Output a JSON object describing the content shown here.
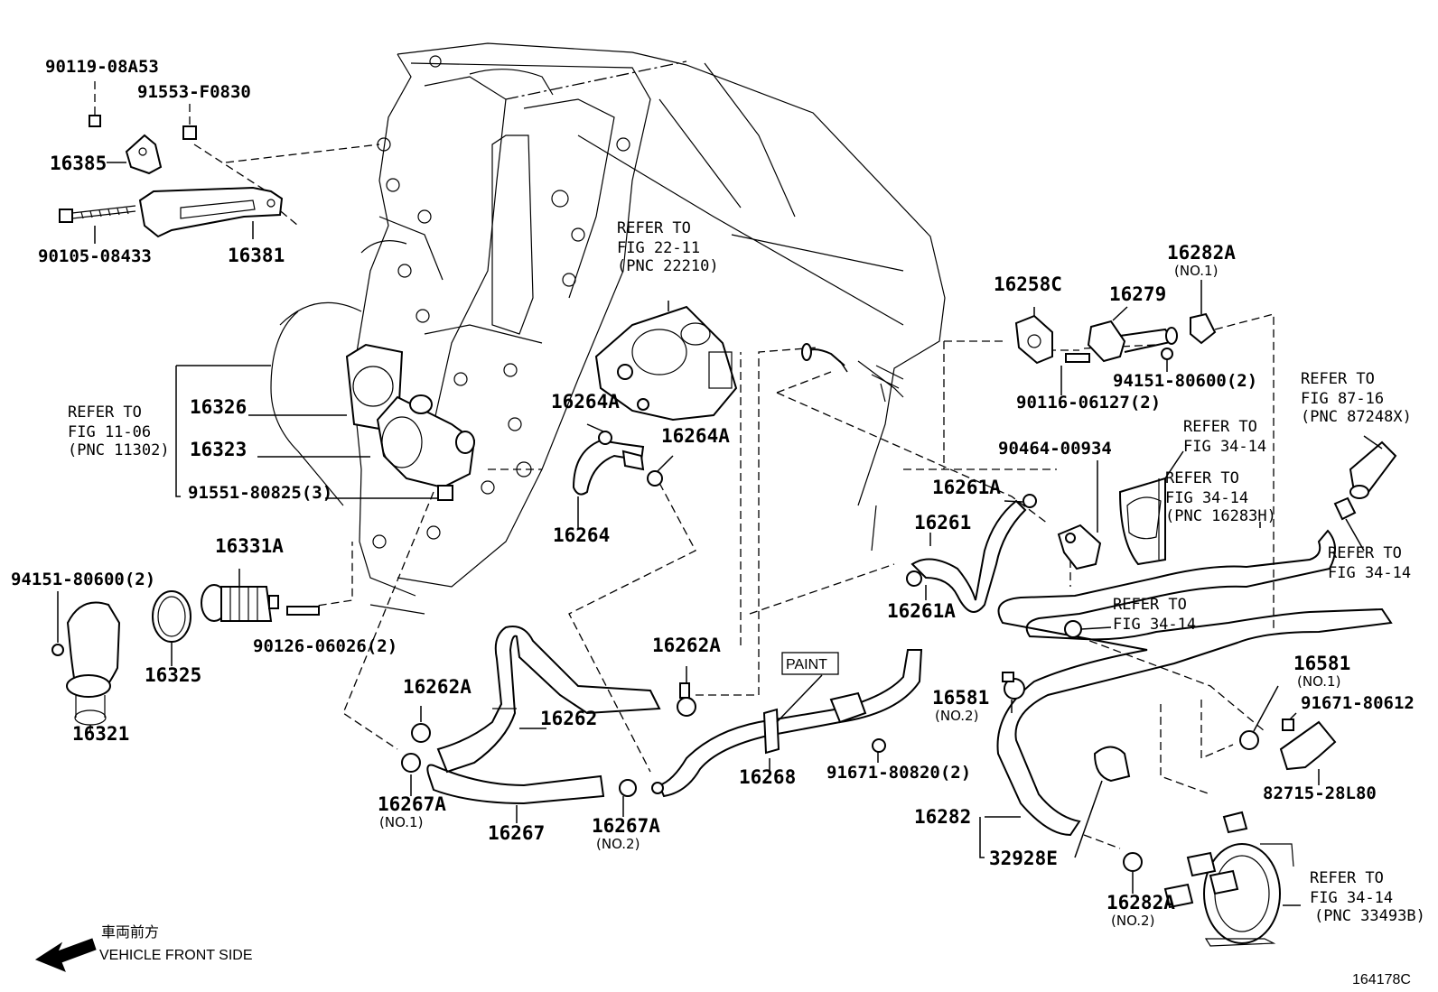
{
  "parts": {
    "p_90119": "90119-08A53",
    "p_91553": "91553-F0830",
    "p_16385": "16385",
    "p_90105": "90105-08433",
    "p_16381": "16381",
    "p_16326": "16326",
    "p_16323": "16323",
    "p_91551": "91551-80825(3)",
    "p_16331A": "16331A",
    "p_94151_left": "94151-80600(2)",
    "p_16325": "16325",
    "p_16321": "16321",
    "p_90126": "90126-06026(2)",
    "p_16264A_1": "16264A",
    "p_16264A_2": "16264A",
    "p_16264": "16264",
    "p_16262A_1": "16262A",
    "p_16262A_2": "16262A",
    "p_16262": "16262",
    "p_16267A_1": "16267A",
    "p_16267A_1_sub": "(NO.1)",
    "p_16267": "16267",
    "p_16267A_2": "16267A",
    "p_16267A_2_sub": "(NO.2)",
    "p_16268": "16268",
    "p_91671_80820": "91671-80820(2)",
    "p_16258C": "16258C",
    "p_16279": "16279",
    "p_16282A_1": "16282A",
    "p_16282A_1_sub": "(NO.1)",
    "p_94151_right": "94151-80600(2)",
    "p_90116": "90116-06127(2)",
    "p_90464": "90464-00934",
    "p_16261A_1": "16261A",
    "p_16261": "16261",
    "p_16261A_2": "16261A",
    "p_16581_2": "16581",
    "p_16581_2_sub": "(NO.2)",
    "p_16581_1": "16581",
    "p_16581_1_sub": "(NO.1)",
    "p_91671_80612": "91671-80612",
    "p_82715": "82715-28L80",
    "p_16282": "16282",
    "p_32928E": "32928E",
    "p_16282A_2": "16282A",
    "p_16282A_2_sub": "(NO.2)"
  },
  "refs": {
    "fig1106": [
      "REFER TO",
      "FIG 11-06",
      "(PNC 11302)"
    ],
    "fig2211": [
      "REFER TO",
      "FIG 22-11",
      "(PNC 22210)"
    ],
    "fig8716": [
      "REFER TO",
      "FIG 87-16",
      "(PNC 87248X)"
    ],
    "fig3414_a": [
      "REFER TO",
      "FIG 34-14"
    ],
    "fig3414_b": [
      "REFER TO",
      "FIG 34-14",
      "(PNC 16283H)"
    ],
    "fig3414_c": [
      "REFER TO",
      "FIG 34-14"
    ],
    "fig3414_d": [
      "REFER TO",
      "FIG 34-14"
    ],
    "fig3414_e": [
      "REFER TO",
      "FIG 34-14",
      "(PNC 33493B)"
    ]
  },
  "paint_label": "PAINT",
  "front_jp": "車両前方",
  "front_en": "VEHICLE FRONT SIDE",
  "illustration_id": "164178C",
  "icons": {
    "front": "arrow-left-icon"
  }
}
